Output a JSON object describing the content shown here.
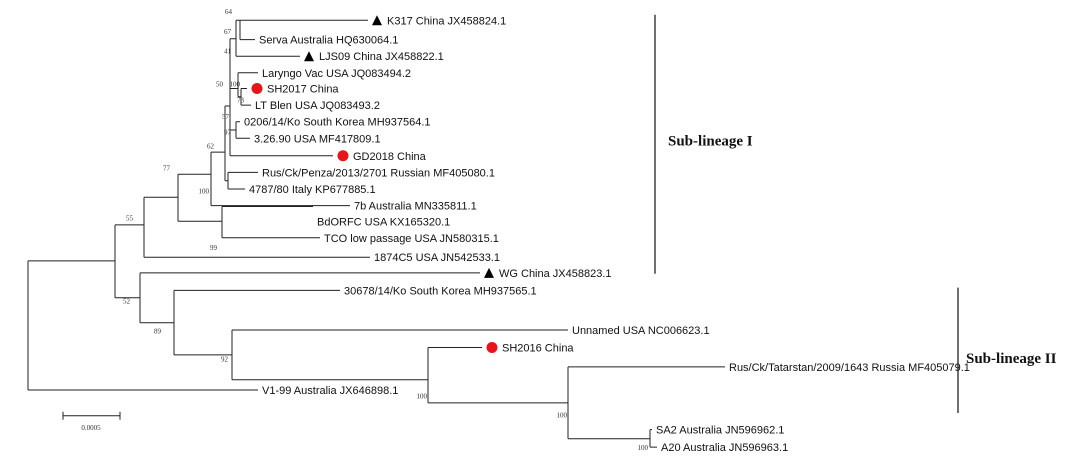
{
  "taxa": [
    {
      "name": "K317 China JX458824.1",
      "marker": "triangle"
    },
    {
      "name": "Serva Australia HQ630064.1",
      "marker": "none"
    },
    {
      "name": "LJS09 China JX458822.1",
      "marker": "triangle"
    },
    {
      "name": "Laryngo Vac USA JQ083494.2",
      "marker": "none"
    },
    {
      "name": "SH2017 China",
      "marker": "circle"
    },
    {
      "name": "LT Blen USA JQ083493.2",
      "marker": "none"
    },
    {
      "name": "0206/14/Ko South Korea MH937564.1",
      "marker": "none"
    },
    {
      "name": "3.26.90 USA MF417809.1",
      "marker": "none"
    },
    {
      "name": "GD2018 China",
      "marker": "circle"
    },
    {
      "name": "Rus/Ck/Penza/2013/2701 Russian MF405080.1",
      "marker": "none"
    },
    {
      "name": "4787/80 Italy KP677885.1",
      "marker": "none"
    },
    {
      "name": "7b Australia MN335811.1",
      "marker": "none"
    },
    {
      "name": "BdORFC USA KX165320.1",
      "marker": "none"
    },
    {
      "name": "TCO low passage USA JN580315.1",
      "marker": "none"
    },
    {
      "name": "1874C5 USA JN542533.1",
      "marker": "none"
    },
    {
      "name": "WG China JX458823.1",
      "marker": "triangle"
    },
    {
      "name": "30678/14/Ko South Korea MH937565.1",
      "marker": "none"
    },
    {
      "name": "Unnamed USA NC006623.1",
      "marker": "none"
    },
    {
      "name": "SH2016 China",
      "marker": "circle"
    },
    {
      "name": "Rus/Ck/Tatarstan/2009/1643 Russia MF405079.1",
      "marker": "none"
    },
    {
      "name": "SA2 Australia JN596962.1",
      "marker": "none"
    },
    {
      "name": "A20 Australia JN596963.1",
      "marker": "none"
    },
    {
      "name": "V1-99 Australia JX646898.1",
      "marker": "none"
    }
  ],
  "bootstrap": [
    "64",
    "67",
    "41",
    "50",
    "100",
    "73",
    "57",
    "97",
    "62",
    "100",
    "77",
    "55",
    "99",
    "52",
    "89",
    "92",
    "100",
    "100",
    "100"
  ],
  "clades": [
    {
      "label": "Sub-lineage I"
    },
    {
      "label": "Sub-lineage II"
    }
  ],
  "scale_bar": {
    "label": "0.0005"
  },
  "colors": {
    "circle_marker": "#e8141b",
    "triangle_marker": "#000000",
    "branch": "#222222"
  }
}
